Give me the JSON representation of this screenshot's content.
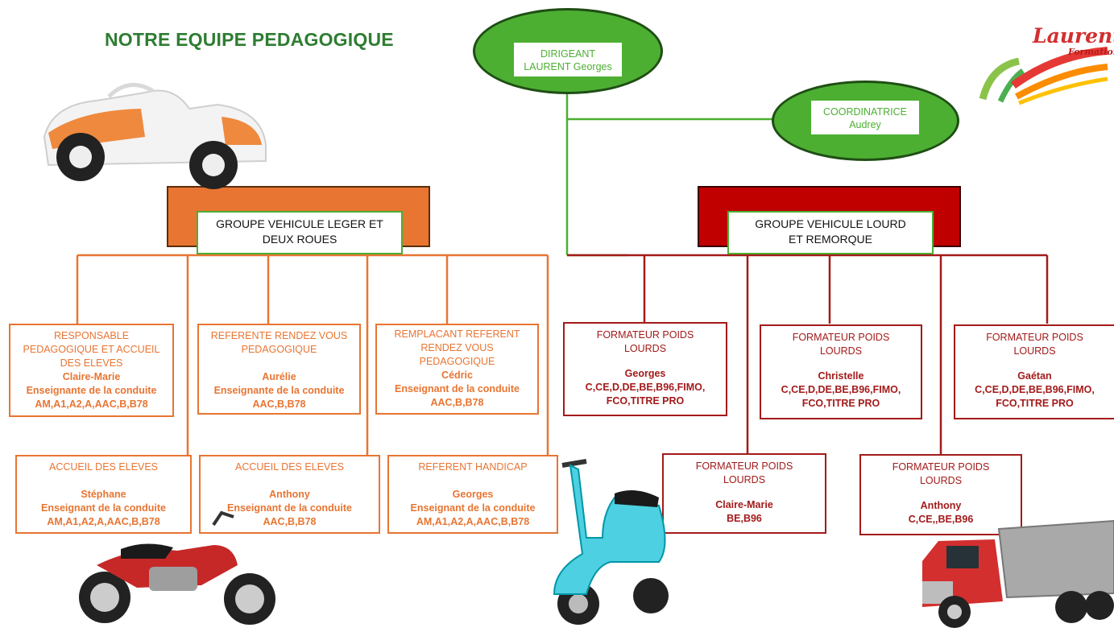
{
  "title": "NOTRE EQUIPE PEDAGOGIQUE",
  "colors": {
    "green": "#4caf32",
    "orange": "#e87532",
    "red": "#a31a1a",
    "dark_red": "#c00000"
  },
  "director": {
    "role": "DIRIGEANT",
    "name": "LAURENT Georges"
  },
  "coordinator": {
    "role": "COORDINATRICE",
    "name": "Audrey"
  },
  "groups": {
    "light": {
      "line1": "GROUPE VEHICULE LEGER ET",
      "line2": "DEUX ROUES"
    },
    "heavy": {
      "line1": "GROUPE VEHICULE LOURD",
      "line2": "ET REMORQUE"
    }
  },
  "light_staff": [
    {
      "role_lines": [
        "RESPONSABLE",
        "PEDAGOGIQUE ET ACCUEIL",
        "DES ELEVES"
      ],
      "name": "Claire-Marie",
      "subtitle": "Enseignante de la conduite",
      "credentials": "AM,A1,A2,A,AAC,B,B78"
    },
    {
      "role_lines": [
        "REFERENTE RENDEZ VOUS",
        "PEDAGOGIQUE",
        ""
      ],
      "name": "Aurélie",
      "subtitle": "Enseignante de la conduite",
      "credentials": "AAC,B,B78"
    },
    {
      "role_lines": [
        "REMPLACANT REFERENT",
        "RENDEZ VOUS",
        "PEDAGOGIQUE"
      ],
      "name": "Cédric",
      "subtitle": "Enseignant de la conduite",
      "credentials": "AAC,B,B78"
    },
    {
      "role_lines": [
        "ACCUEIL DES ELEVES",
        ""
      ],
      "name": "Stéphane",
      "subtitle": "Enseignant de la conduite",
      "credentials": "AM,A1,A2,A,AAC,B,B78"
    },
    {
      "role_lines": [
        "ACCUEIL DES ELEVES",
        ""
      ],
      "name": "Anthony",
      "subtitle": "Enseignant de la conduite",
      "credentials": "AAC,B,B78"
    },
    {
      "role_lines": [
        "REFERENT HANDICAP",
        ""
      ],
      "name": "Georges",
      "subtitle": "Enseignant de la conduite",
      "credentials": "AM,A1,A2,A,AAC,B,B78"
    }
  ],
  "heavy_staff": [
    {
      "role_lines": [
        "FORMATEUR POIDS",
        "LOURDS"
      ],
      "name": "Georges",
      "cred_lines": [
        "C,CE,D,DE,BE,B96,FIMO,",
        "FCO,TITRE PRO"
      ]
    },
    {
      "role_lines": [
        "FORMATEUR POIDS",
        "LOURDS"
      ],
      "name": "Christelle",
      "cred_lines": [
        "C,CE,D,DE,BE,B96,FIMO,",
        "FCO,TITRE PRO"
      ]
    },
    {
      "role_lines": [
        "FORMATEUR POIDS",
        "LOURDS"
      ],
      "name": "Gaétan",
      "cred_lines": [
        "C,CE,D,DE,BE,B96,FIMO,",
        "FCO,TITRE PRO"
      ]
    },
    {
      "role_lines": [
        "FORMATEUR POIDS",
        "LOURDS"
      ],
      "name": "Claire-Marie",
      "cred_lines": [
        "BE,B96",
        ""
      ]
    },
    {
      "role_lines": [
        "FORMATEUR POIDS",
        "LOURDS"
      ],
      "name": "Anthony",
      "cred_lines": [
        "C,CE,,BE,B96",
        ""
      ]
    }
  ],
  "logo": {
    "word1": "Laurent",
    "word2": "Formation"
  },
  "illustrations": [
    "car-icon",
    "motorcycle-icon",
    "scooter-icon",
    "truck-icon",
    "road-logo-icon"
  ]
}
